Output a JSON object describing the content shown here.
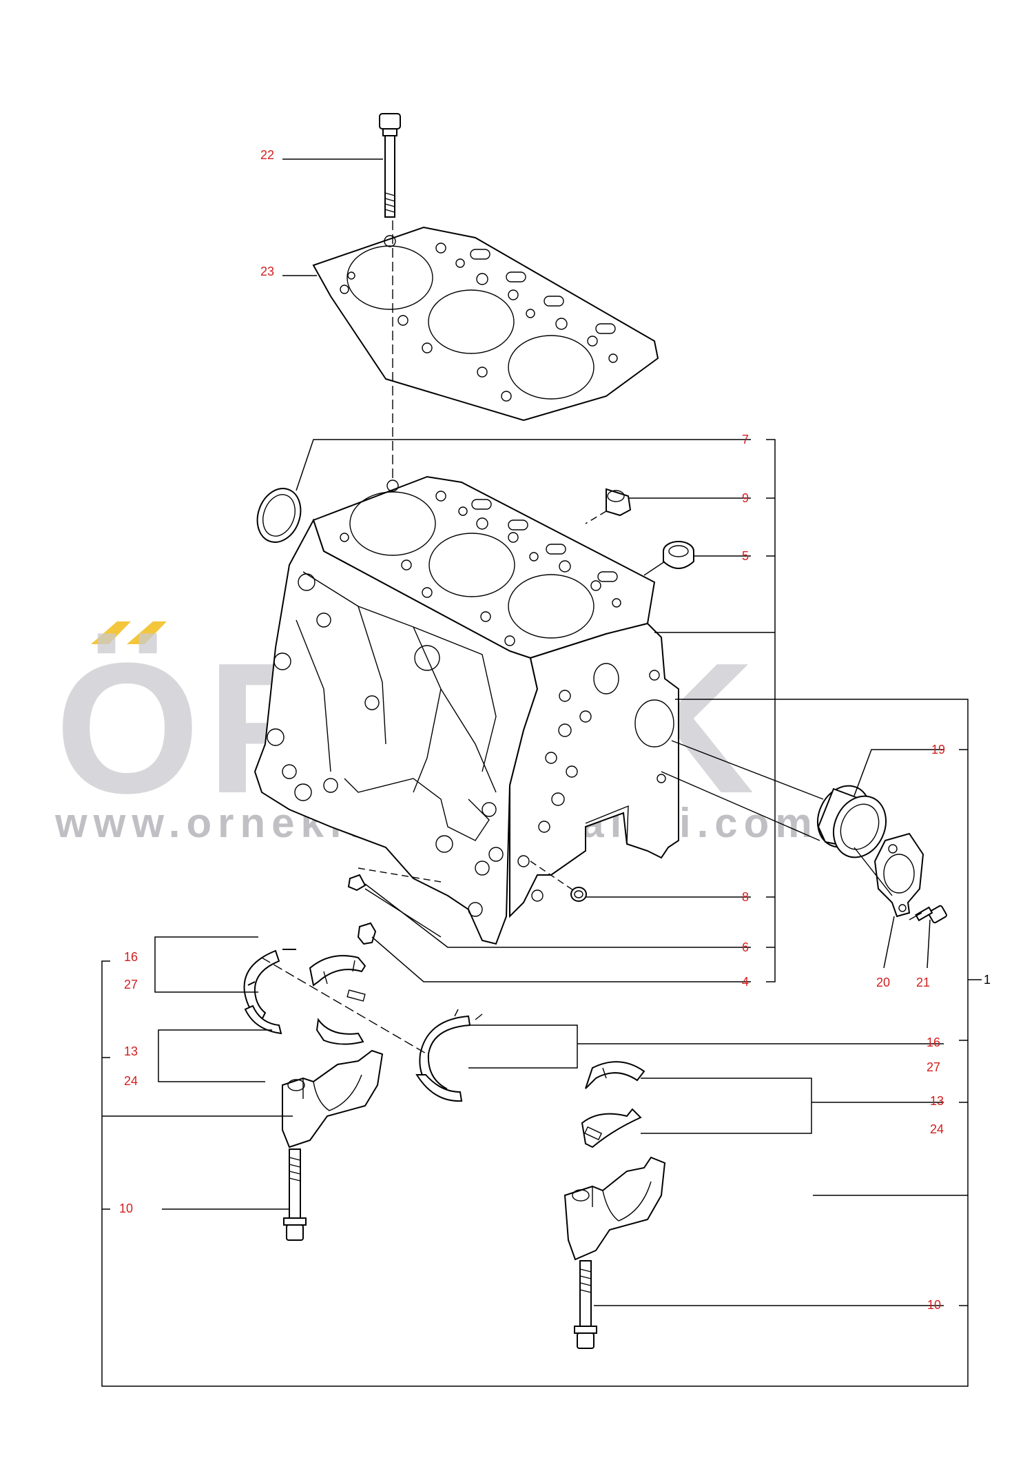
{
  "watermark": {
    "brand": "ÖRNEK",
    "url": "www.ornekitunmakinalari.com.tr",
    "accent_color": "#f3c63b"
  },
  "callouts": {
    "c22": "22",
    "c23": "23",
    "c7": "7",
    "c9": "9",
    "c5": "5",
    "c19": "19",
    "c8": "8",
    "c6": "6",
    "c4": "4",
    "c20": "20",
    "c21": "21",
    "c1": "1",
    "c16a": "16",
    "c27a": "27",
    "c13a": "13",
    "c24a": "24",
    "c16b": "16",
    "c27b": "27",
    "c13b": "13",
    "c24b": "24",
    "c10a": "10",
    "c10b": "10"
  },
  "colors": {
    "callout": "#d21e1e",
    "linework": "#000000"
  }
}
